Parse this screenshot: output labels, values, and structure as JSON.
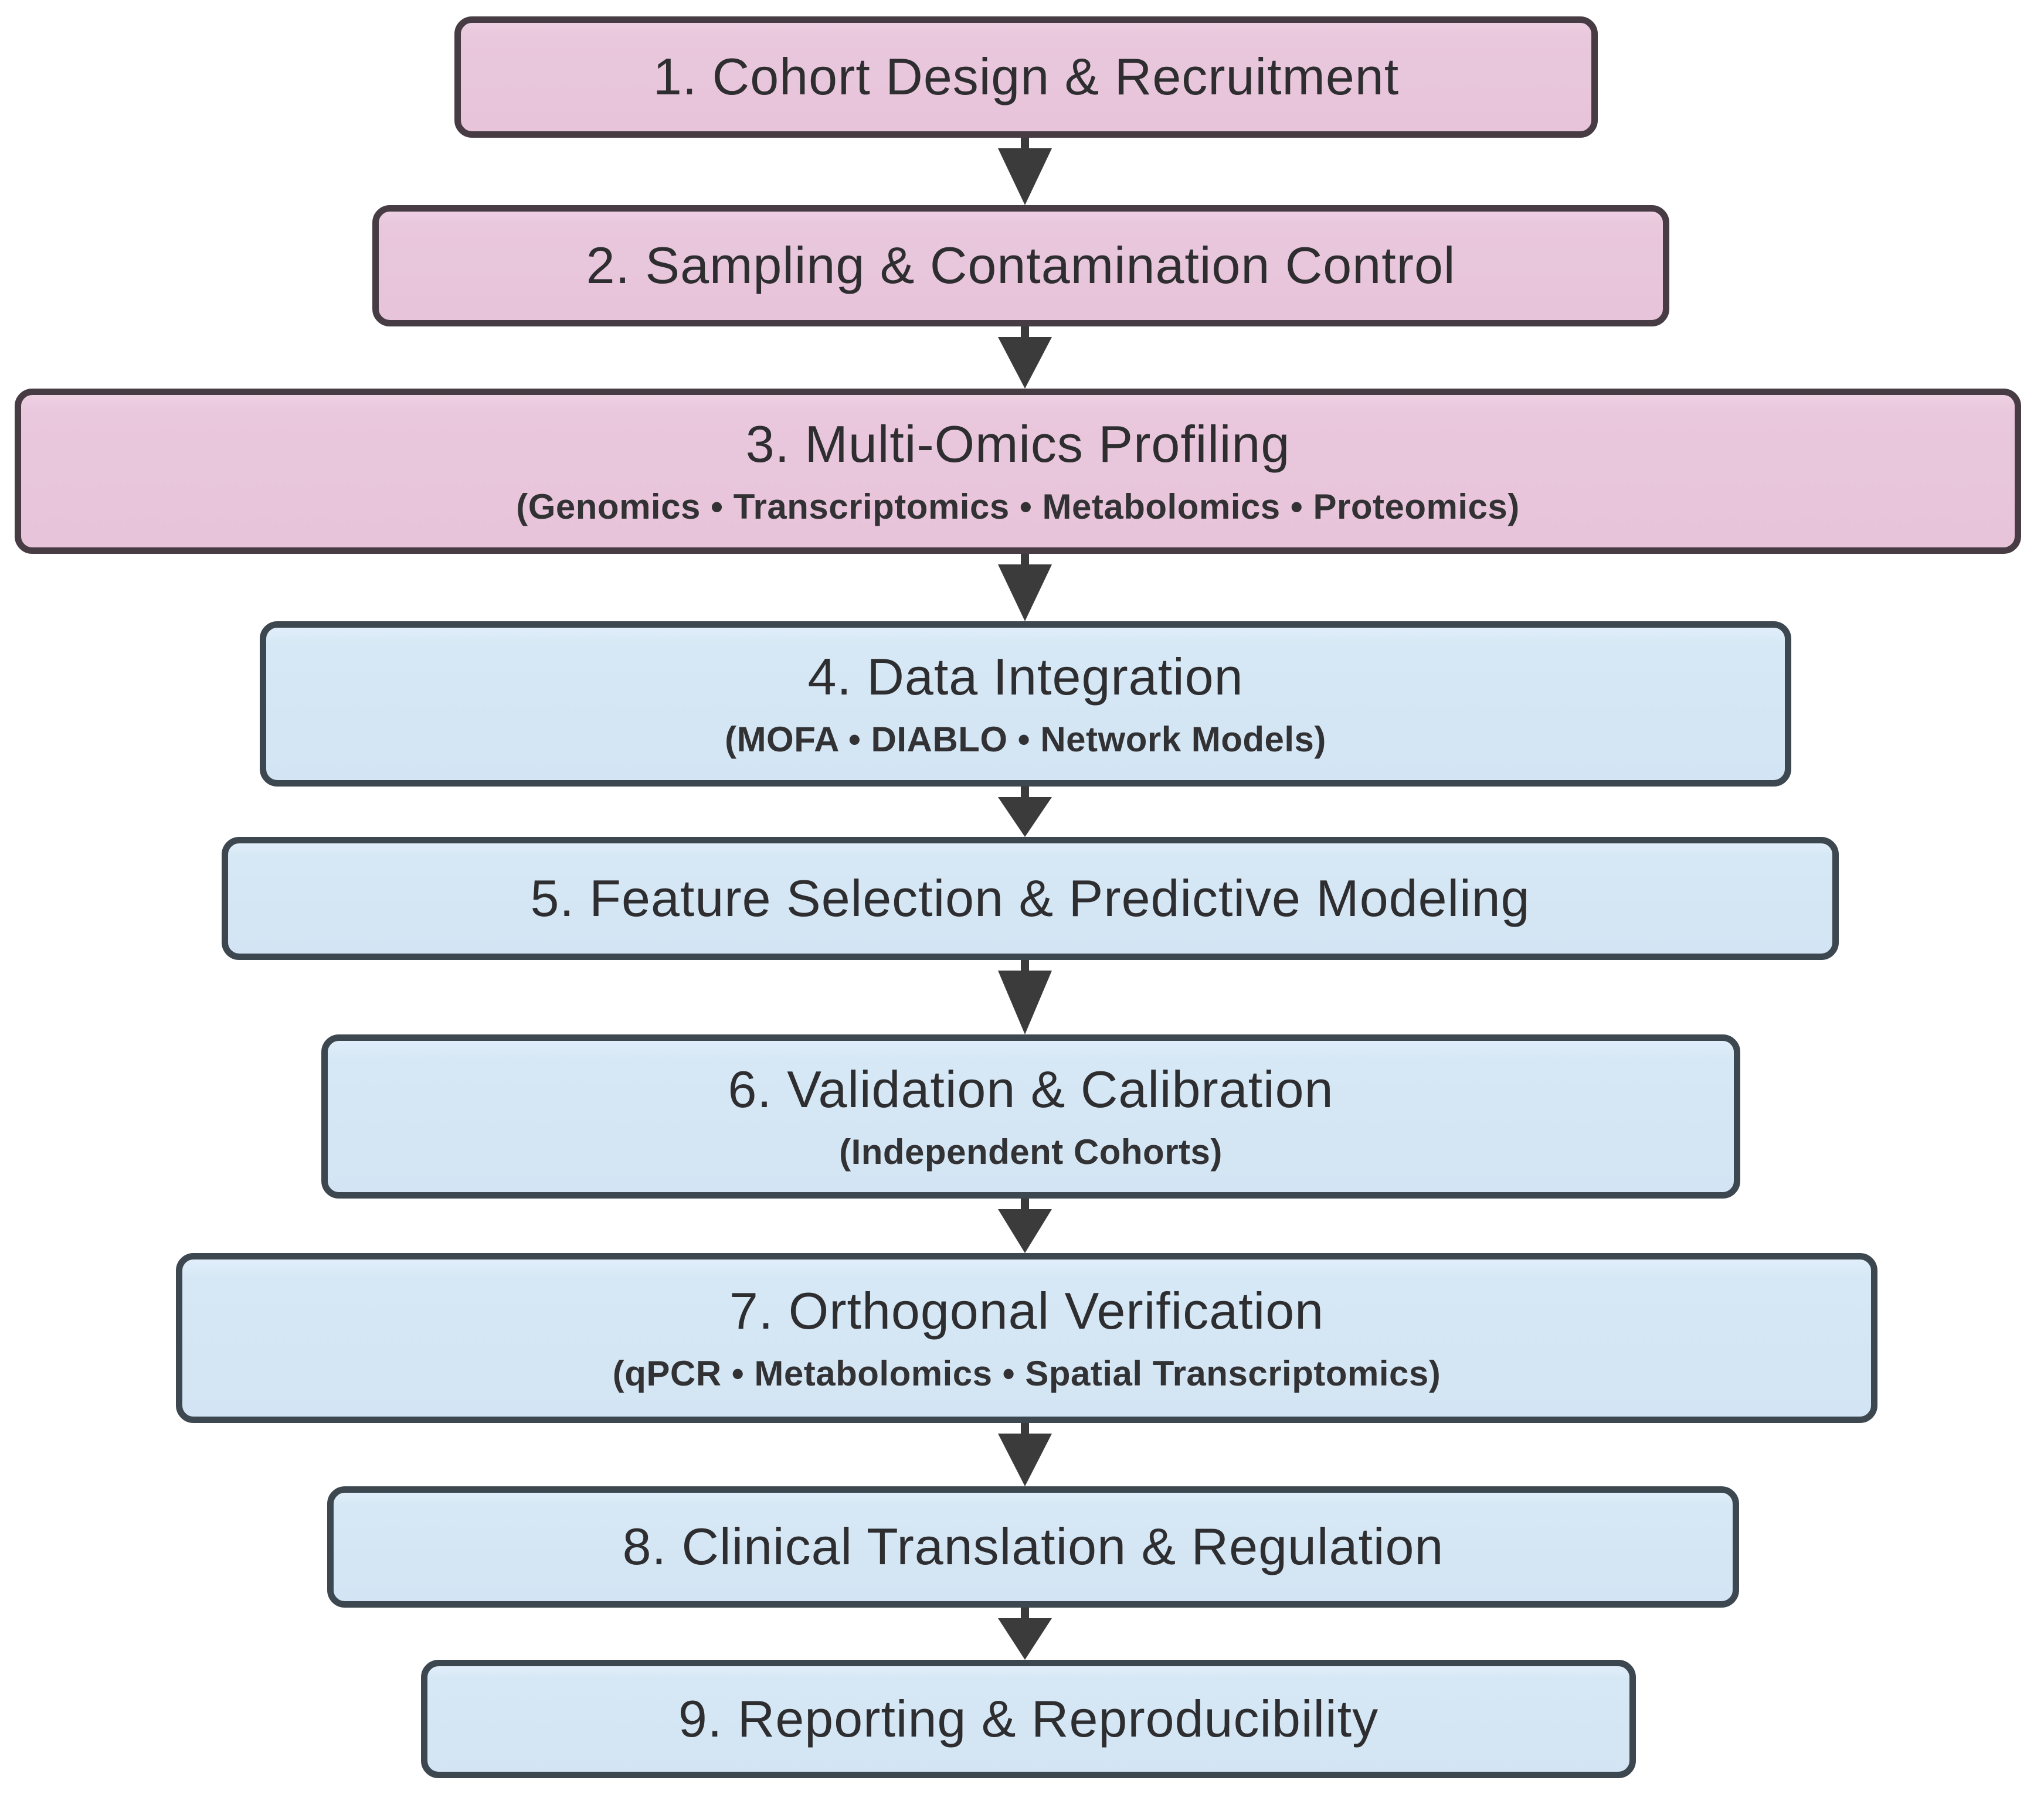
{
  "flowchart": {
    "background_color": "#ffffff",
    "arrow_color": "#3b3b3b",
    "phase_colors": {
      "wet_lab_pink": "#e9c7dc",
      "computational_blue": "#d6e8f5"
    },
    "border_colors": {
      "pink_box_border": "#473c44",
      "blue_box_border": "#3d4750"
    },
    "steps": [
      {
        "label": "1. Cohort Design & Recruitment",
        "sublabel": "",
        "phase": "pink"
      },
      {
        "label": "2. Sampling & Contamination Control",
        "sublabel": "",
        "phase": "pink"
      },
      {
        "label": "3. Multi-Omics Profiling",
        "sublabel": "(Genomics • Transcriptomics • Metabolomics • Proteomics)",
        "phase": "pink"
      },
      {
        "label": "4. Data Integration",
        "sublabel": "(MOFA • DIABLO • Network Models)",
        "phase": "blue"
      },
      {
        "label": "5. Feature Selection & Predictive Modeling",
        "sublabel": "",
        "phase": "blue"
      },
      {
        "label": "6. Validation & Calibration",
        "sublabel": "(Independent Cohorts)",
        "phase": "blue"
      },
      {
        "label": "7. Orthogonal Verification",
        "sublabel": "(qPCR • Metabolomics • Spatial Transcriptomics)",
        "phase": "blue"
      },
      {
        "label": "8. Clinical Translation & Regulation",
        "sublabel": "",
        "phase": "blue"
      },
      {
        "label": "9. Reporting & Reproducibility",
        "sublabel": "",
        "phase": "blue"
      }
    ]
  }
}
